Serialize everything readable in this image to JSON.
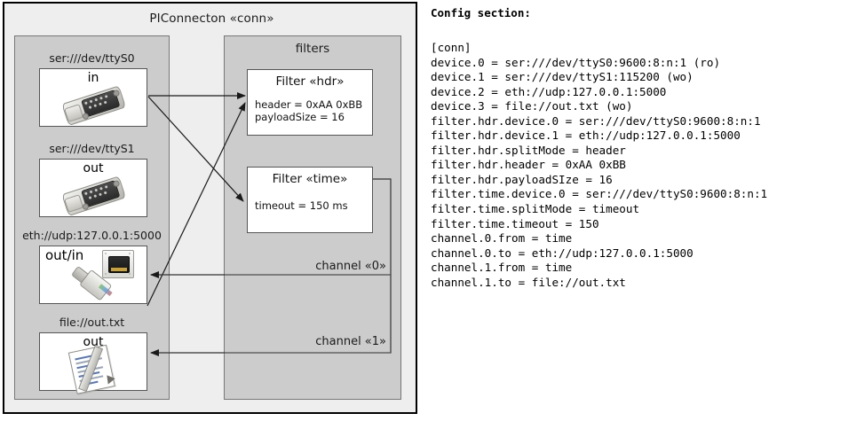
{
  "diagram": {
    "title": "PIConnecton «conn»",
    "devices_panel": {
      "devices": [
        {
          "label": "ser:///dev/ttyS0",
          "direction": "in",
          "icon": "serial-db9-icon"
        },
        {
          "label": "ser:///dev/ttyS1",
          "direction": "out",
          "icon": "serial-db9-icon"
        },
        {
          "label": "eth://udp:127.0.0.1:5000",
          "direction": "out/in",
          "icon": "ethernet-rj45-icon"
        },
        {
          "label": "file://out.txt",
          "direction": "out",
          "icon": "text-document-icon"
        }
      ]
    },
    "filters_panel": {
      "title": "filters",
      "filters": [
        {
          "title": "Filter «hdr»",
          "props": [
            "header = 0xAA 0xBB",
            "payloadSize = 16"
          ]
        },
        {
          "title": "Filter «time»",
          "props": [
            "timeout = 150 ms"
          ]
        }
      ],
      "channels": [
        {
          "label": "channel «0»"
        },
        {
          "label": "channel «1»"
        }
      ]
    },
    "colors": {
      "page_background": "#ffffff",
      "outer_fill": "#eeeeee",
      "outer_border": "#000000",
      "panel_fill": "#cccccc",
      "panel_border": "#777777",
      "box_fill": "#ffffff",
      "box_border": "#555555",
      "edge_stroke": "#222222",
      "text": "#1a1a1a"
    }
  },
  "config": {
    "heading": "Config section:",
    "lines": [
      "[conn]",
      "device.0 = ser:///dev/ttyS0:9600:8:n:1 (ro)",
      "device.1 = ser:///dev/ttyS1:115200 (wo)",
      "device.2 = eth://udp:127.0.0.1:5000",
      "device.3 = file://out.txt (wo)",
      "filter.hdr.device.0 = ser:///dev/ttyS0:9600:8:n:1",
      "filter.hdr.device.1 = eth://udp:127.0.0.1:5000",
      "filter.hdr.splitMode = header",
      "filter.hdr.header = 0xAA 0xBB",
      "filter.hdr.payloadSIze = 16",
      "filter.time.device.0 = ser:///dev/ttyS0:9600:8:n:1",
      "filter.time.splitMode = timeout",
      "filter.time.timeout = 150",
      "channel.0.from = time",
      "channel.0.to = eth://udp:127.0.0.1:5000",
      "channel.1.from = time",
      "channel.1.to = file://out.txt"
    ]
  }
}
